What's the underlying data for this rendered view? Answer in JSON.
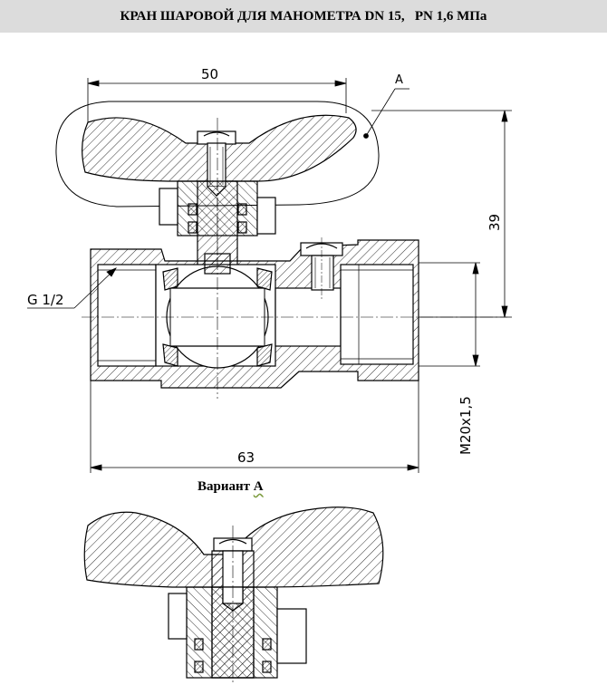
{
  "header": {
    "title": "КРАН ШАРОВОЙ ДЛЯ МАНОМЕТРА DN 15,   PN 1,6 МПа"
  },
  "dimensions": {
    "width_top": "50",
    "total_length": "63",
    "height": "39",
    "thread_left": "G 1/2",
    "thread_right": "M20x1,5",
    "detail_marker": "A"
  },
  "variant": {
    "caption_prefix": "Вариант ",
    "caption_letter": "А"
  }
}
